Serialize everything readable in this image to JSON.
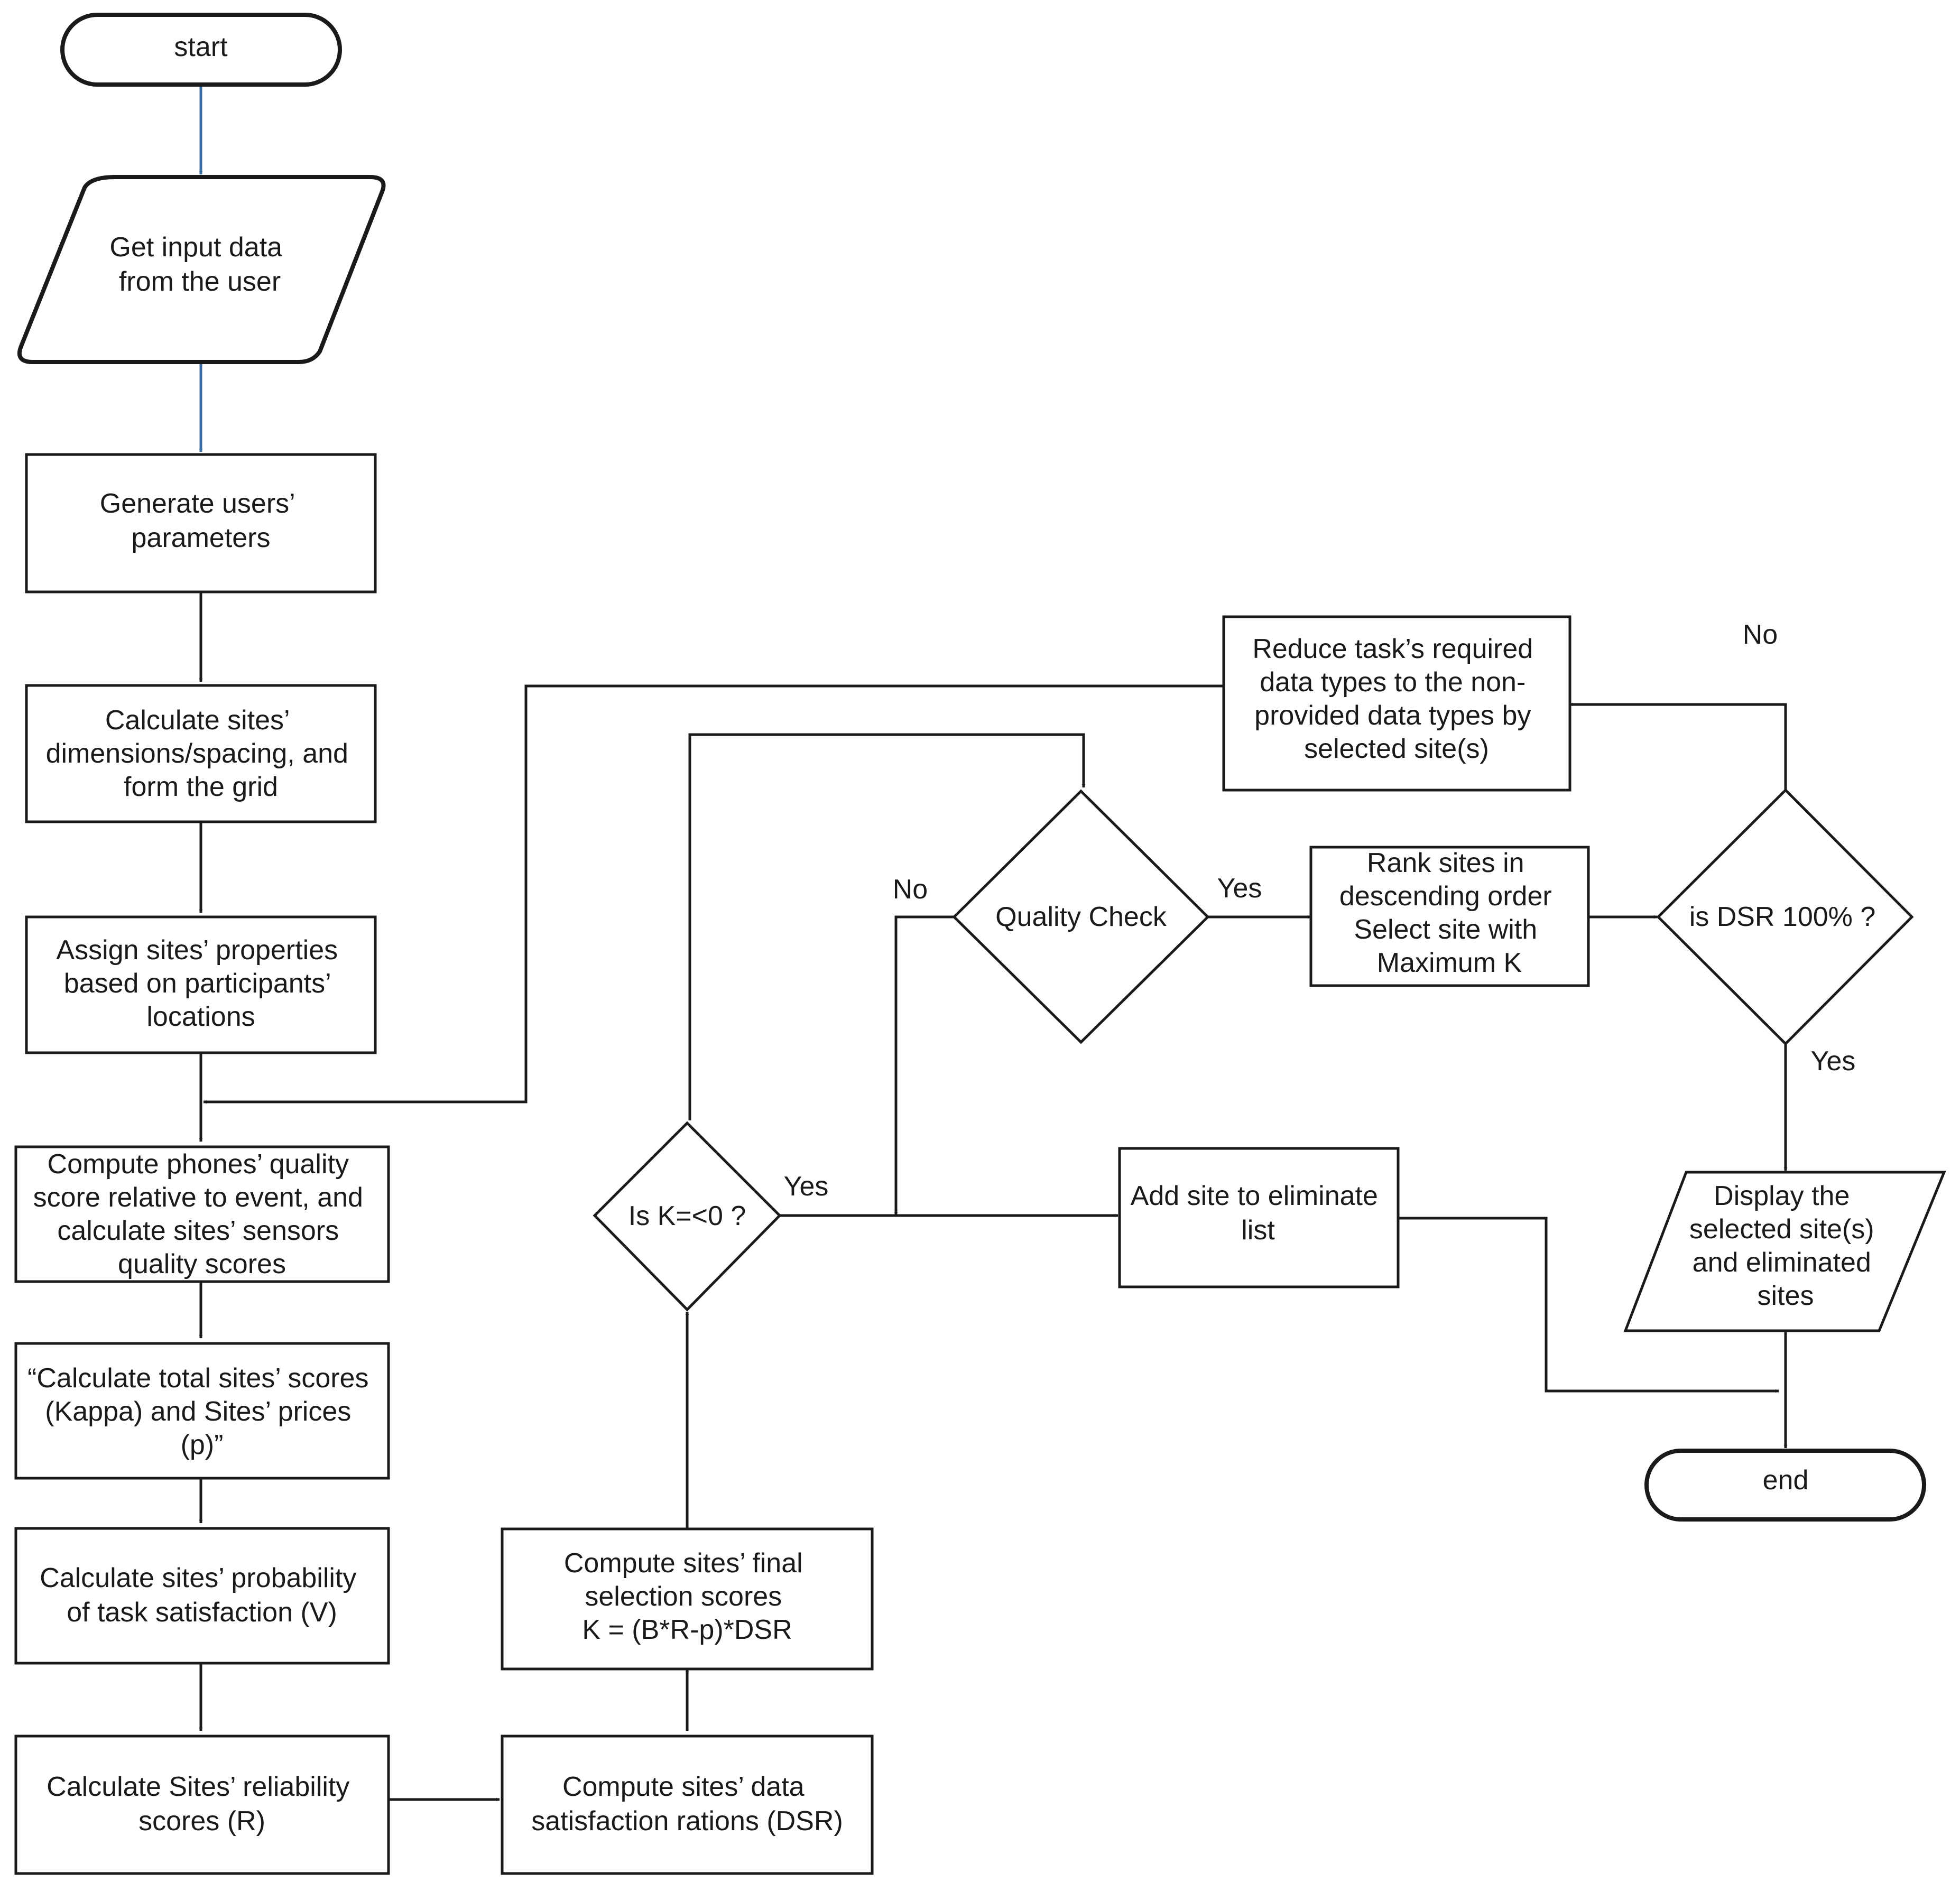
{
  "colors": {
    "stroke": "#1a1a1a",
    "blue_arrow": "#3a6ea5",
    "background": "#ffffff"
  },
  "nodes": {
    "start": [
      "start"
    ],
    "get_input": [
      "Get input data",
      "from the user"
    ],
    "generate_params": [
      "Generate users’",
      "parameters"
    ],
    "calc_dimensions": [
      "Calculate sites’",
      "dimensions/spacing, and",
      "form the grid"
    ],
    "assign_properties": [
      "Assign sites’ properties",
      "based on participants’",
      "locations"
    ],
    "compute_quality": [
      "Compute phones’ quality",
      "score relative to event, and",
      "calculate sites’ sensors",
      "quality scores"
    ],
    "calc_total": [
      "“Calculate total sites’ scores",
      "(Kappa) and Sites’ prices",
      "(p)”"
    ],
    "calc_probability": [
      "Calculate sites’ probability",
      "of task satisfaction (V)"
    ],
    "calc_reliability": [
      "Calculate Sites’ reliability",
      "scores (R)"
    ],
    "compute_dsr": [
      "Compute sites’ data",
      "satisfaction rations (DSR)"
    ],
    "compute_final": [
      "Compute sites’ final",
      "selection scores",
      "K = (B*R-p)*DSR"
    ],
    "is_k": [
      "Is K=<0 ?"
    ],
    "quality_check": [
      "Quality Check"
    ],
    "rank_sites": [
      "Rank sites in",
      "descending order",
      "Select site with",
      "Maximum K"
    ],
    "is_dsr": [
      "is DSR 100% ?"
    ],
    "reduce_task": [
      "Reduce task’s required",
      "data types to the non-",
      "provided data types by",
      "selected site(s)"
    ],
    "add_eliminate": [
      "Add site to eliminate",
      "list"
    ],
    "display": [
      "Display the",
      "selected site(s)",
      "and eliminated",
      "sites"
    ],
    "end": [
      "end"
    ]
  },
  "edge_labels": {
    "is_k_yes": "Yes",
    "quality_no": "No",
    "quality_yes": "Yes",
    "dsr_no": "No",
    "dsr_yes": "Yes"
  }
}
